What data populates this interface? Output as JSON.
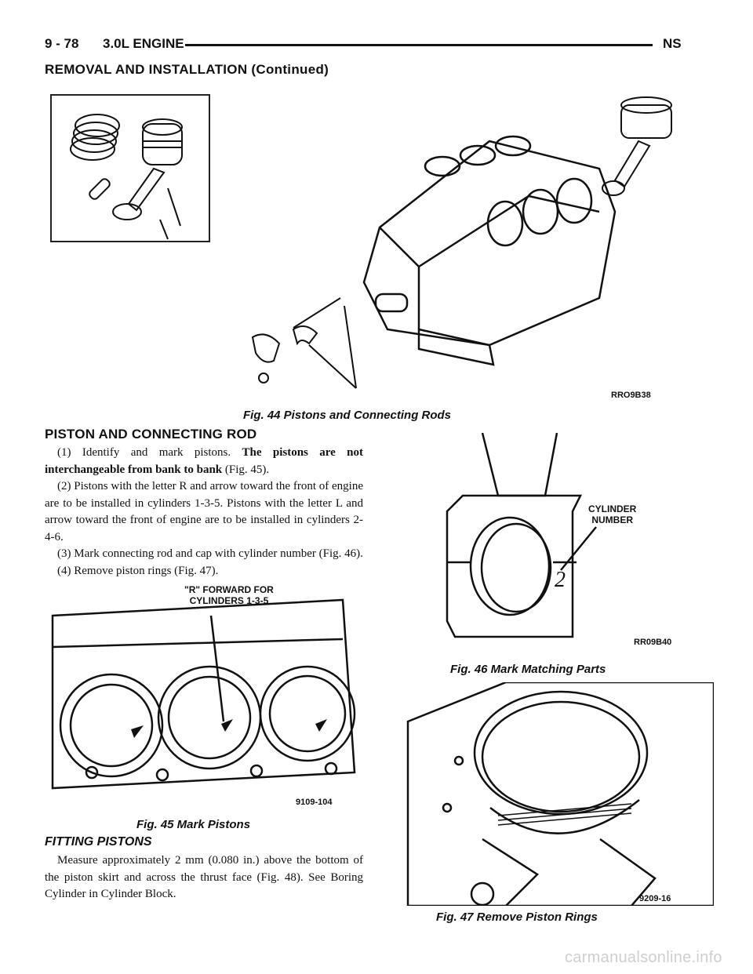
{
  "header": {
    "page_number": "9 - 78",
    "section_title": "3.0L ENGINE",
    "model_code": "NS",
    "subheading": "REMOVAL AND INSTALLATION (Continued)"
  },
  "figures": {
    "fig44": {
      "caption": "Fig. 44 Pistons and Connecting Rods",
      "code": "RRO9B38"
    },
    "fig45": {
      "caption": "Fig. 45 Mark Pistons",
      "code": "9109-104",
      "callout": "\"R\" FORWARD FOR\nCYLINDERS 1-3-5"
    },
    "fig46": {
      "caption": "Fig. 46 Mark Matching Parts",
      "code": "RR09B40",
      "callout": "CYLINDER\nNUMBER"
    },
    "fig47": {
      "caption": "Fig. 47 Remove Piston Rings",
      "code": "9209-16"
    }
  },
  "section": {
    "title": "PISTON AND CONNECTING ROD",
    "step1_pre": "(1) Identify and mark pistons. ",
    "step1_bold": "The pistons are not interchangeable from bank to bank",
    "step1_post": " (Fig. 45).",
    "step2": "(2) Pistons with the letter R and arrow toward the front of engine are to be installed in cylinders 1-3-5. Pistons with the letter L and arrow toward the front of engine are to be installed in cylinders 2-4-6.",
    "step3": "(3) Mark connecting rod and cap with cylinder number (Fig. 46).",
    "step4": "(4) Remove piston rings (Fig. 47)."
  },
  "fitting": {
    "title": "FITTING PISTONS",
    "text": "Measure approximately 2 mm (0.080 in.) above the bottom of the piston skirt and across the thrust face (Fig. 48). See Boring Cylinder in Cylinder Block."
  },
  "watermark": "carmanualsonline.info"
}
